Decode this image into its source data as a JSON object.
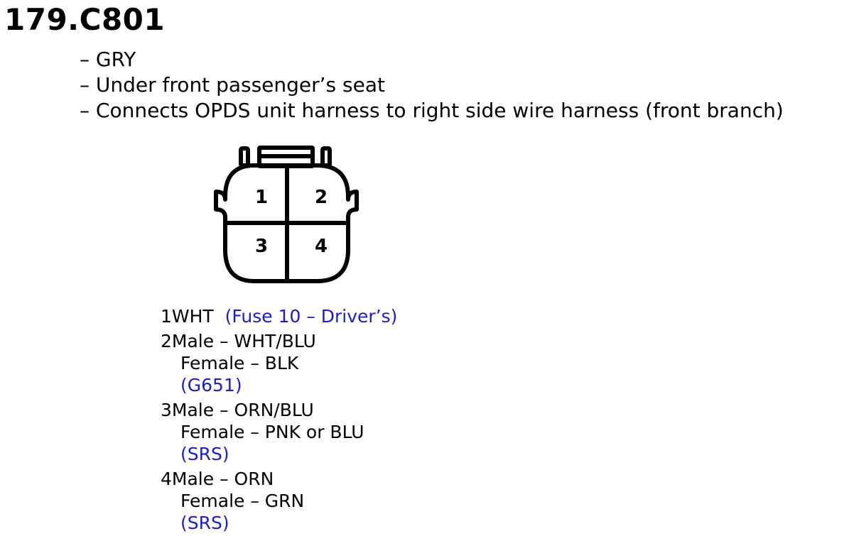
{
  "title": "179.C801",
  "description": [
    "– GRY",
    "– Under front passenger’s seat",
    "– Connects OPDS unit harness to right side wire harness (front branch)"
  ],
  "connector": {
    "cavities": [
      "1",
      "2",
      "3",
      "4"
    ]
  },
  "pins": [
    {
      "number": "1",
      "male": "WHT",
      "ref": "(Fuse 10 – Driver’s)"
    },
    {
      "number": "2",
      "male": "Male – WHT/BLU",
      "female": "Female – BLK",
      "ref": "(G651)"
    },
    {
      "number": "3",
      "male": "Male – ORN/BLU",
      "female": "Female – PNK or BLU",
      "ref": "(SRS)"
    },
    {
      "number": "4",
      "male": "Male – ORN",
      "female": "Female – GRN",
      "ref": "(SRS)"
    }
  ],
  "colors": {
    "text": "#000000",
    "reference": "#1a1adc"
  }
}
